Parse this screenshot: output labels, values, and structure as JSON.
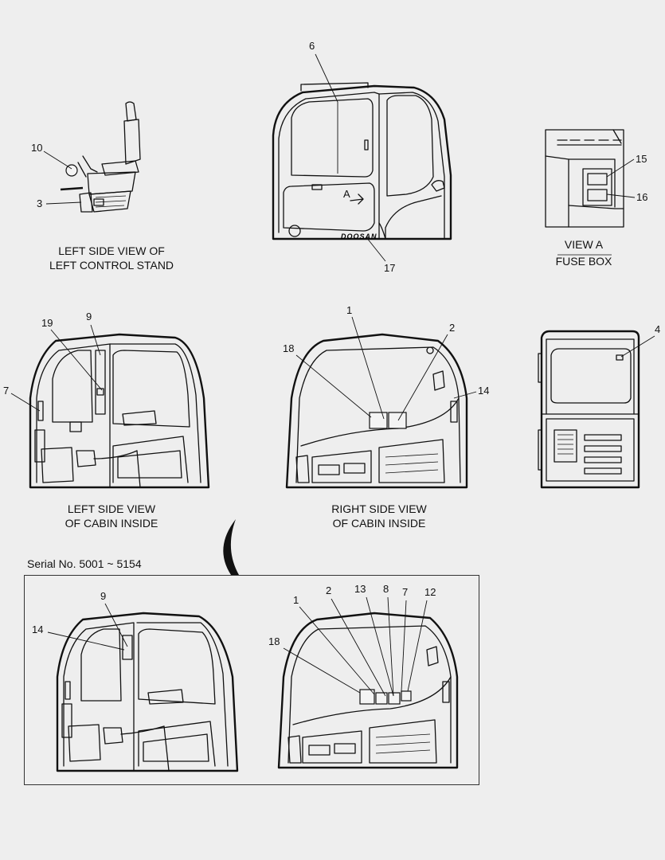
{
  "captions": {
    "control_stand": [
      "LEFT SIDE VIEW OF",
      "LEFT CONTROL STAND"
    ],
    "fuse_box_view": "VIEW  A",
    "fuse_box_name": "FUSE BOX",
    "left_inside": [
      "LEFT SIDE VIEW",
      "OF CABIN INSIDE"
    ],
    "right_inside": [
      "RIGHT SIDE VIEW",
      "OF CABIN INSIDE"
    ]
  },
  "serial": "Serial No. 5001 ~ 5154",
  "view_marker": "A",
  "brand": "DOOSAN",
  "callouts": {
    "seat": [
      "10",
      "3"
    ],
    "cabin_exterior": [
      "6",
      "17"
    ],
    "fuse_box": [
      "15",
      "16"
    ],
    "left_inside": [
      "19",
      "9",
      "7"
    ],
    "right_inside": [
      "1",
      "2",
      "18",
      "14"
    ],
    "rear_view": [
      "4"
    ],
    "inset_left": [
      "9",
      "14"
    ],
    "inset_right": [
      "1",
      "2",
      "13",
      "8",
      "7",
      "12",
      "18"
    ]
  }
}
